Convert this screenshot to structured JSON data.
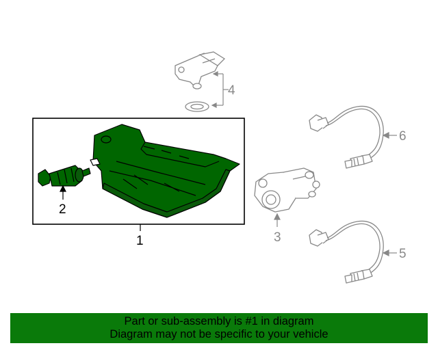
{
  "diagram": {
    "callouts": {
      "c1": "1",
      "c2": "2",
      "c3": "3",
      "c4": "4",
      "c5": "5",
      "c6": "6"
    },
    "colors": {
      "highlight_part": "#006600",
      "outline": "#000000",
      "other_parts": "#888888"
    }
  },
  "banner": {
    "line1": "Part or sub-assembly is #1 in diagram",
    "line2": "Diagram may not be specific to your vehicle",
    "background": "#0a7a0a"
  }
}
